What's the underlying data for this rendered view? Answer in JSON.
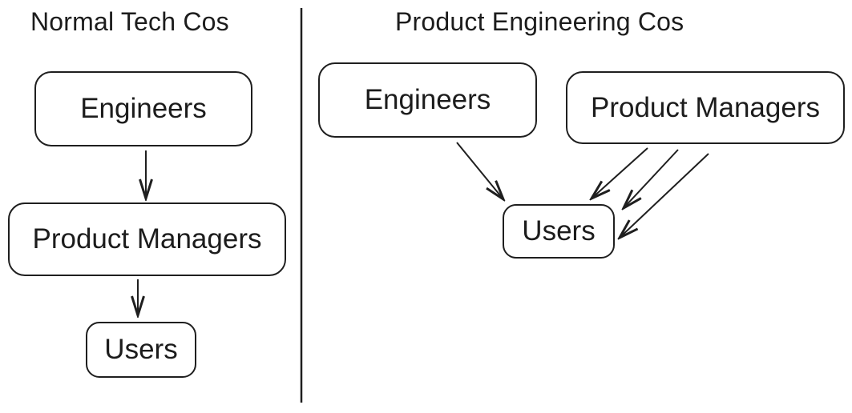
{
  "diagram": {
    "colors": {
      "stroke": "#1f1f1f",
      "background": "#ffffff",
      "text": "#1c1c1c"
    },
    "left_panel": {
      "title": "Normal Tech Cos",
      "nodes": {
        "engineers": "Engineers",
        "product_managers": "Product Managers",
        "users": "Users"
      },
      "edges": [
        {
          "from": "Engineers",
          "to": "Product Managers"
        },
        {
          "from": "Product Managers",
          "to": "Users"
        }
      ]
    },
    "right_panel": {
      "title": "Product Engineering Cos",
      "nodes": {
        "engineers": "Engineers",
        "product_managers": "Product Managers",
        "users": "Users"
      },
      "edges": [
        {
          "from": "Engineers",
          "to": "Users",
          "arrow_count": 1
        },
        {
          "from": "Product Managers",
          "to": "Users",
          "arrow_count": 3
        }
      ]
    }
  }
}
